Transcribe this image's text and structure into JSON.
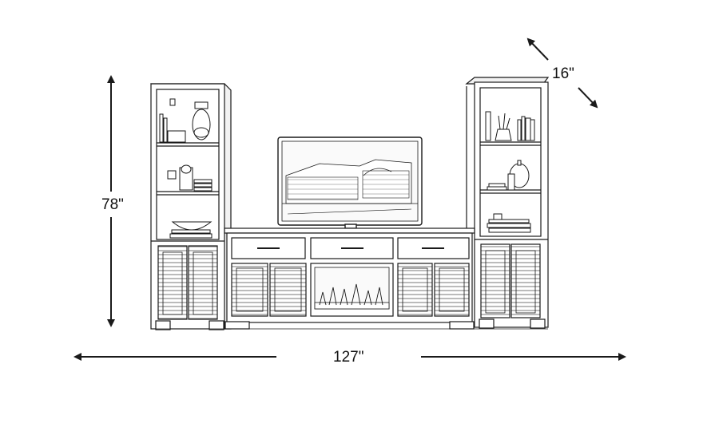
{
  "dimensions": {
    "height": "78\"",
    "width": "127\"",
    "depth": "16\""
  },
  "colors": {
    "line": "#1a1a1a",
    "fill": "#ffffff"
  }
}
